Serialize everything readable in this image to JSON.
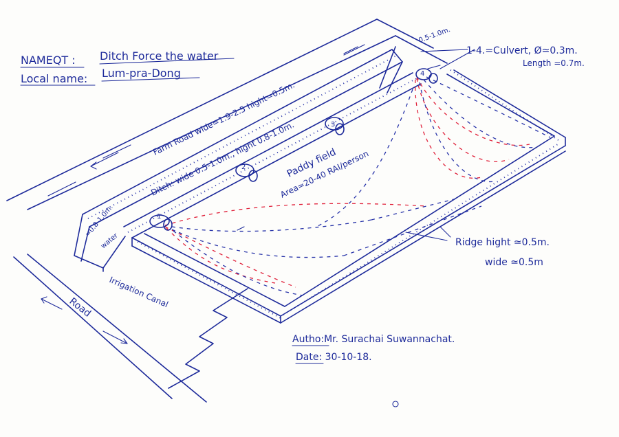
{
  "header": {
    "name_label": "NAMEQT :",
    "name_value": "Ditch Force the water",
    "local_label": "Local name:",
    "local_value": "Lum-pra-Dong"
  },
  "annotations": {
    "culvert_width": "0.5-1.0m.",
    "culvert_spec": "1-4.=Culvert, Ø≃0.3m.",
    "culvert_length": "Length ≃0.7m.",
    "farm_road": "Farm Road wide≃1.9-2.5 hight≃0.5m.",
    "ditch": "Ditch: wide 0.5-1.0m., hight 0.8-1.0m.",
    "paddy_field": "Paddy field",
    "paddy_area": "Area≃20-40 RAI/person",
    "water_depth": "≃0.8-1.0m.",
    "water": "water",
    "ridge_hight": "Ridge hight ≃0.5m.",
    "ridge_wide": "wide ≃0.5m",
    "irrigation_canal": "Irrigation Canal",
    "road": "Road"
  },
  "culverts": [
    "1",
    "2",
    "3",
    "4"
  ],
  "footer": {
    "author": "Autho:Mr. Surachai Suwannachat.",
    "date": "Date: 30-10-18."
  },
  "colors": {
    "ink": "#1d2a9a",
    "flow_red": "#e0203a",
    "paper": "#fdfdfb"
  }
}
